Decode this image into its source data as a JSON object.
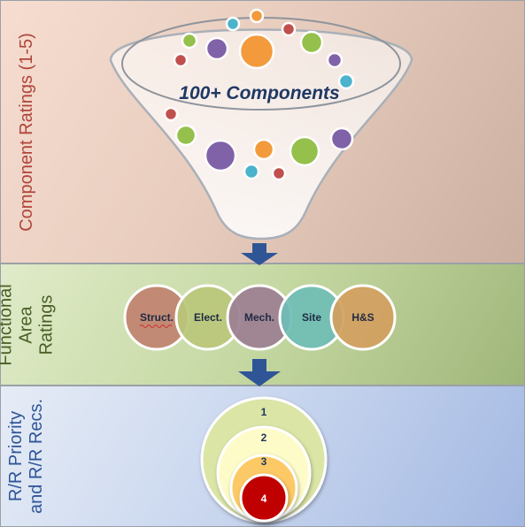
{
  "sections": [
    {
      "label": "Component Ratings (1-5)"
    },
    {
      "label_lines": [
        "Functional",
        "Area",
        "Ratings"
      ]
    },
    {
      "label_lines": [
        "R/R Priority",
        "and R/R Recs."
      ]
    }
  ],
  "funnel": {
    "caption": "100+ Components"
  },
  "functional_areas": [
    "Struct.",
    "Elect.",
    "Mech.",
    "Site",
    "H&S"
  ],
  "priority_levels": [
    "1",
    "2",
    "3",
    "4"
  ],
  "colors": {
    "bubble_orange": "#f39a3c",
    "bubble_purple": "#8062a8",
    "bubble_green": "#94c04b",
    "bubble_teal": "#4bb3cc",
    "bubble_red": "#c0504d",
    "arrow": "#2f5597",
    "area_struct": "#c0826f",
    "area_elect": "#bac77b",
    "area_mech": "#9c7f91",
    "area_site": "#6fbdb5",
    "area_hs": "#d2a05f",
    "priority_1": "#dbe5a5",
    "priority_2": "#fdfbc8",
    "priority_3": "#fcc966",
    "priority_4": "#c00000"
  }
}
